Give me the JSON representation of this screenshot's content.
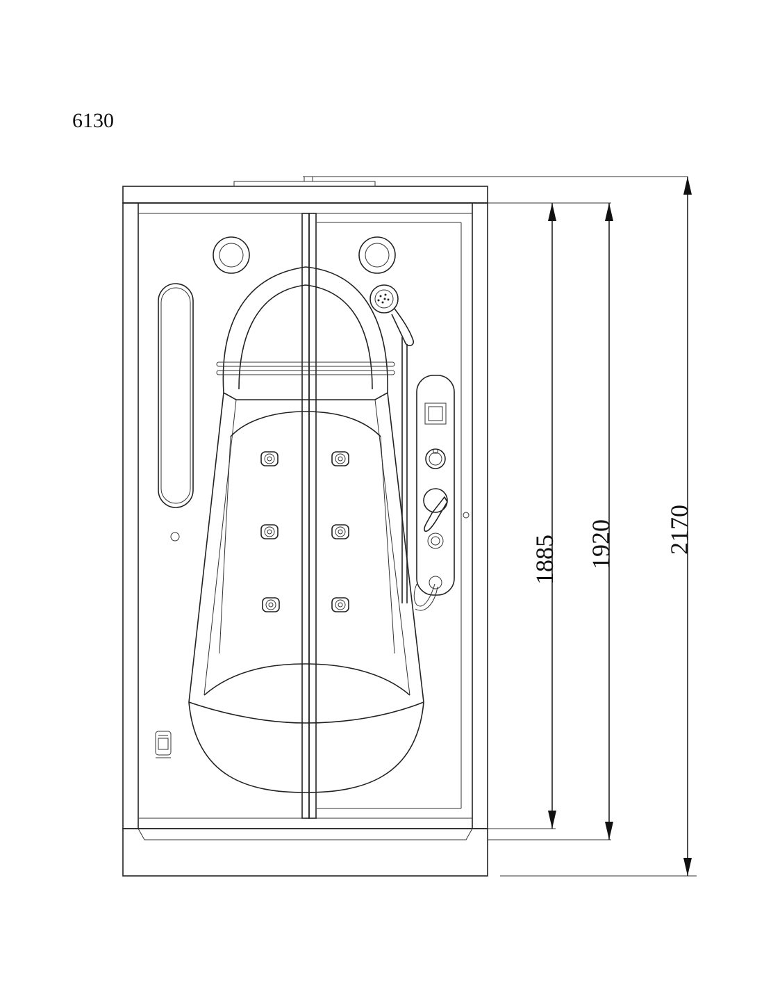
{
  "model_number": "6130",
  "dimensions": {
    "inner_height": "1885",
    "door_height": "1920",
    "total_height": "2170"
  },
  "colors": {
    "line": "#222222",
    "background": "#ffffff"
  }
}
